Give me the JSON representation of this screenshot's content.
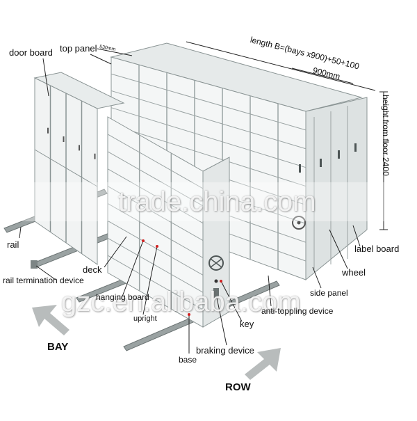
{
  "labels": {
    "door_board": "door board",
    "top_panel": "top panel",
    "small_dim": "530mm",
    "length": "length B=(bays x900)+50+100",
    "bay_width": "900mm",
    "height": "height from floor 2400",
    "rail": "rail",
    "deck": "deck",
    "rail_termination": "rail termination device",
    "hanging_board": "hanging board",
    "upright": "upright",
    "base": "base",
    "key": "key",
    "braking_device": "braking device",
    "anti_toppling": "anti-toppling device",
    "side_panel": "side panel",
    "wheel": "wheel",
    "label_board": "label board",
    "bay": "BAY",
    "row": "ROW"
  },
  "watermarks": {
    "main": "trade.china.com",
    "secondary": "gzc.en.alibaba.com"
  },
  "colors": {
    "cabinet_face": "#f2f4f4",
    "cabinet_shade": "#d9dede",
    "cabinet_line": "#8a9494",
    "rail": "#8c9494",
    "arrow": "#b8bcbc",
    "pointer": "#d22020"
  }
}
